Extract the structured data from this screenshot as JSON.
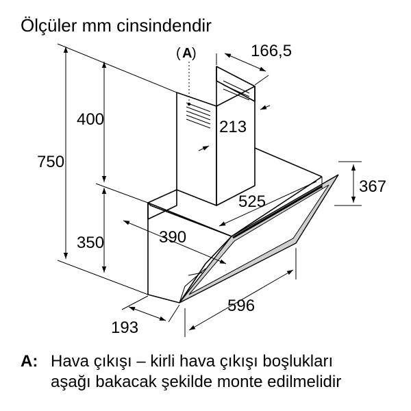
{
  "title": "Ölçüler mm cinsindendir",
  "callout": {
    "open": "(",
    "letter": "A",
    "close": ")"
  },
  "dimensions": {
    "total_height": "750",
    "chimney_height": "400",
    "body_height": "350",
    "chimney_width": "166,5",
    "chimney_depth": "213",
    "glass_height": "367",
    "body_side": "525",
    "body_front": "390",
    "glass_width": "596",
    "depth": "193"
  },
  "legend": {
    "key": "A:",
    "line1": "Hava çıkışı – kirli hava çıkışı boşlukları",
    "line2": "aşağı bakacak şekilde monte edilmelidir"
  }
}
